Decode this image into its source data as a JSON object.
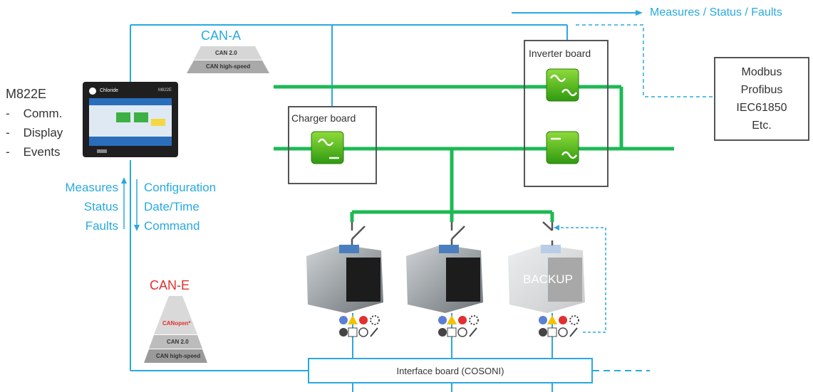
{
  "top_flow": {
    "label": "Measures / Status / Faults"
  },
  "can_a": {
    "title": "CAN-A",
    "layers": [
      "CAN 2.0",
      "CAN high-speed"
    ]
  },
  "can_e": {
    "title": "CAN-E",
    "layers": [
      "CANopen*",
      "CAN 2.0",
      "CAN high-speed"
    ]
  },
  "device": {
    "name": "M822E",
    "features": [
      "Comm.",
      "Display",
      "Events"
    ],
    "screen_brand": "Chloride",
    "screen_model": "M822E"
  },
  "flows": {
    "up": [
      "Measures",
      "Status",
      "Faults"
    ],
    "down": [
      "Configuration",
      "Date/Time",
      "Command"
    ]
  },
  "boards": {
    "charger": "Charger board",
    "inverter": "Inverter board"
  },
  "protocols": [
    "Modbus",
    "Profibus",
    "IEC61850",
    "Etc."
  ],
  "interface": {
    "label": "Interface board (COSONI)"
  },
  "modules": {
    "backup_label": "BACKUP"
  },
  "colors": {
    "cyan": "#29a9e0",
    "green": "#1db954",
    "red": "#e03030",
    "dark": "#555555"
  },
  "icons": [
    "info-icon",
    "warning-icon",
    "error-icon",
    "settings-icon",
    "gauge-icon",
    "log-icon",
    "clock-icon",
    "wrench-icon"
  ]
}
